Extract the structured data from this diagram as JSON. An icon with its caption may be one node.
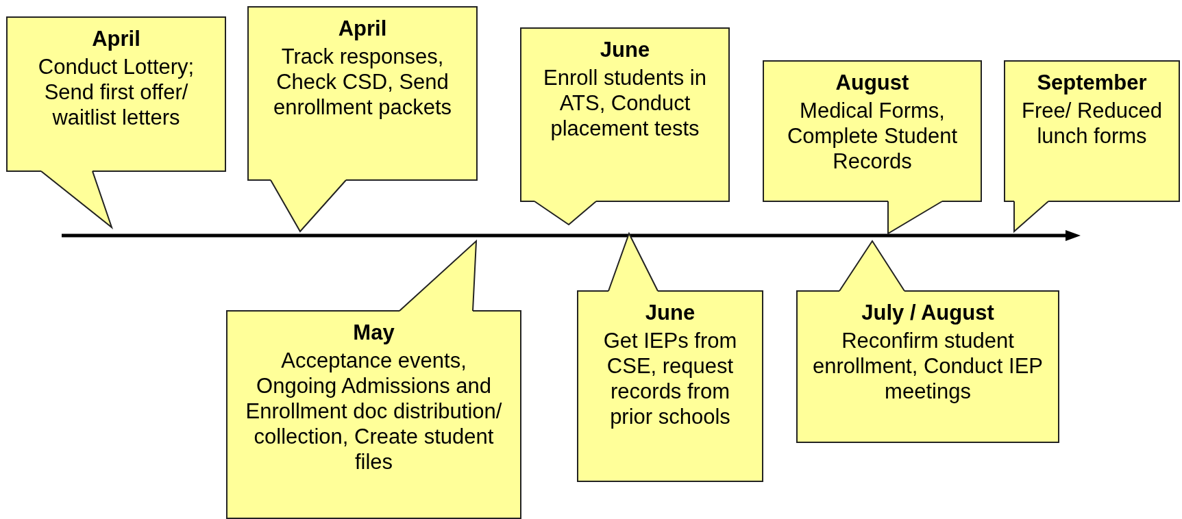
{
  "diagram": {
    "nodes": [
      {
        "text": [
          "April",
          "Conduct Lottery; Send first offer/ waitlist letters"
        ]
      },
      {
        "text": [
          "April",
          "Track responses, Check CSD, Send enrollment packets"
        ]
      },
      {
        "text": [
          "June",
          "Enroll students in ATS, Conduct placement tests"
        ]
      },
      {
        "text": [
          "August",
          "Medical Forms, Complete Student Records"
        ]
      },
      {
        "text": [
          "September",
          "Free/ Reduced lunch forms"
        ]
      },
      {
        "text": [
          "May",
          "Acceptance events, Ongoing Admissions and Enrollment doc distribution/ collection, Create student files"
        ]
      },
      {
        "text": [
          "June",
          "Get IEPs from CSE, request records from prior schools"
        ]
      },
      {
        "text": [
          "July / August",
          "Reconfirm student enrollment, Conduct IEP meetings"
        ]
      }
    ]
  }
}
